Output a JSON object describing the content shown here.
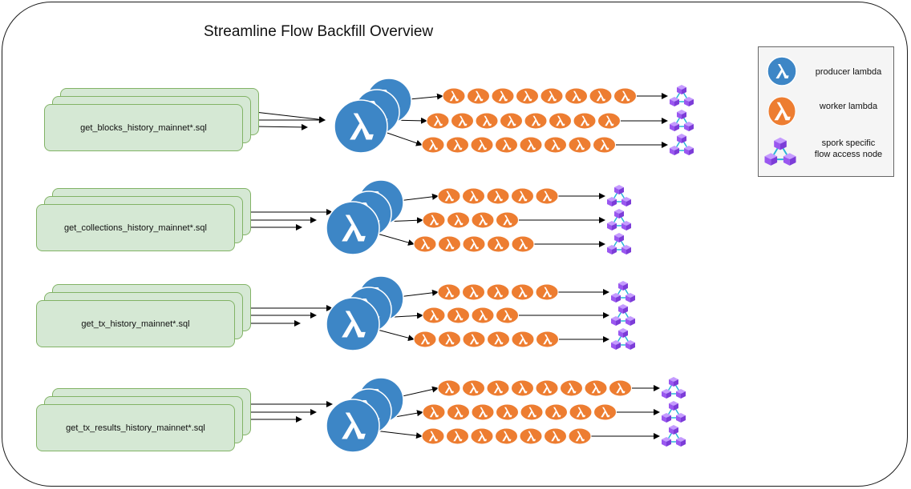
{
  "title": "Streamline Flow Backfill Overview",
  "colors": {
    "producer": "#3d86c6",
    "worker": "#ed7d31",
    "sql_fill": "#d5e8d4",
    "sql_stroke": "#82b366",
    "node": "#a566ff"
  },
  "icons": {
    "producer": "lambda-icon",
    "worker": "lambda-icon",
    "access_node": "flow-access-node-icon"
  },
  "legend": {
    "producer_label": "producer lambda",
    "worker_label": "worker lambda",
    "node_label_line1": "spork specific",
    "node_label_line2": "flow access node"
  },
  "groups": [
    {
      "sql_label": "get_blocks_history_mainnet*.sql",
      "worker_rows": [
        8,
        8,
        8
      ]
    },
    {
      "sql_label": "get_collections_history_mainnet*.sql",
      "worker_rows": [
        5,
        4,
        5
      ]
    },
    {
      "sql_label": "get_tx_history_mainnet*.sql",
      "worker_rows": [
        5,
        4,
        6
      ]
    },
    {
      "sql_label": "get_tx_results_history_mainnet*.sql",
      "worker_rows": [
        8,
        8,
        7
      ]
    }
  ]
}
